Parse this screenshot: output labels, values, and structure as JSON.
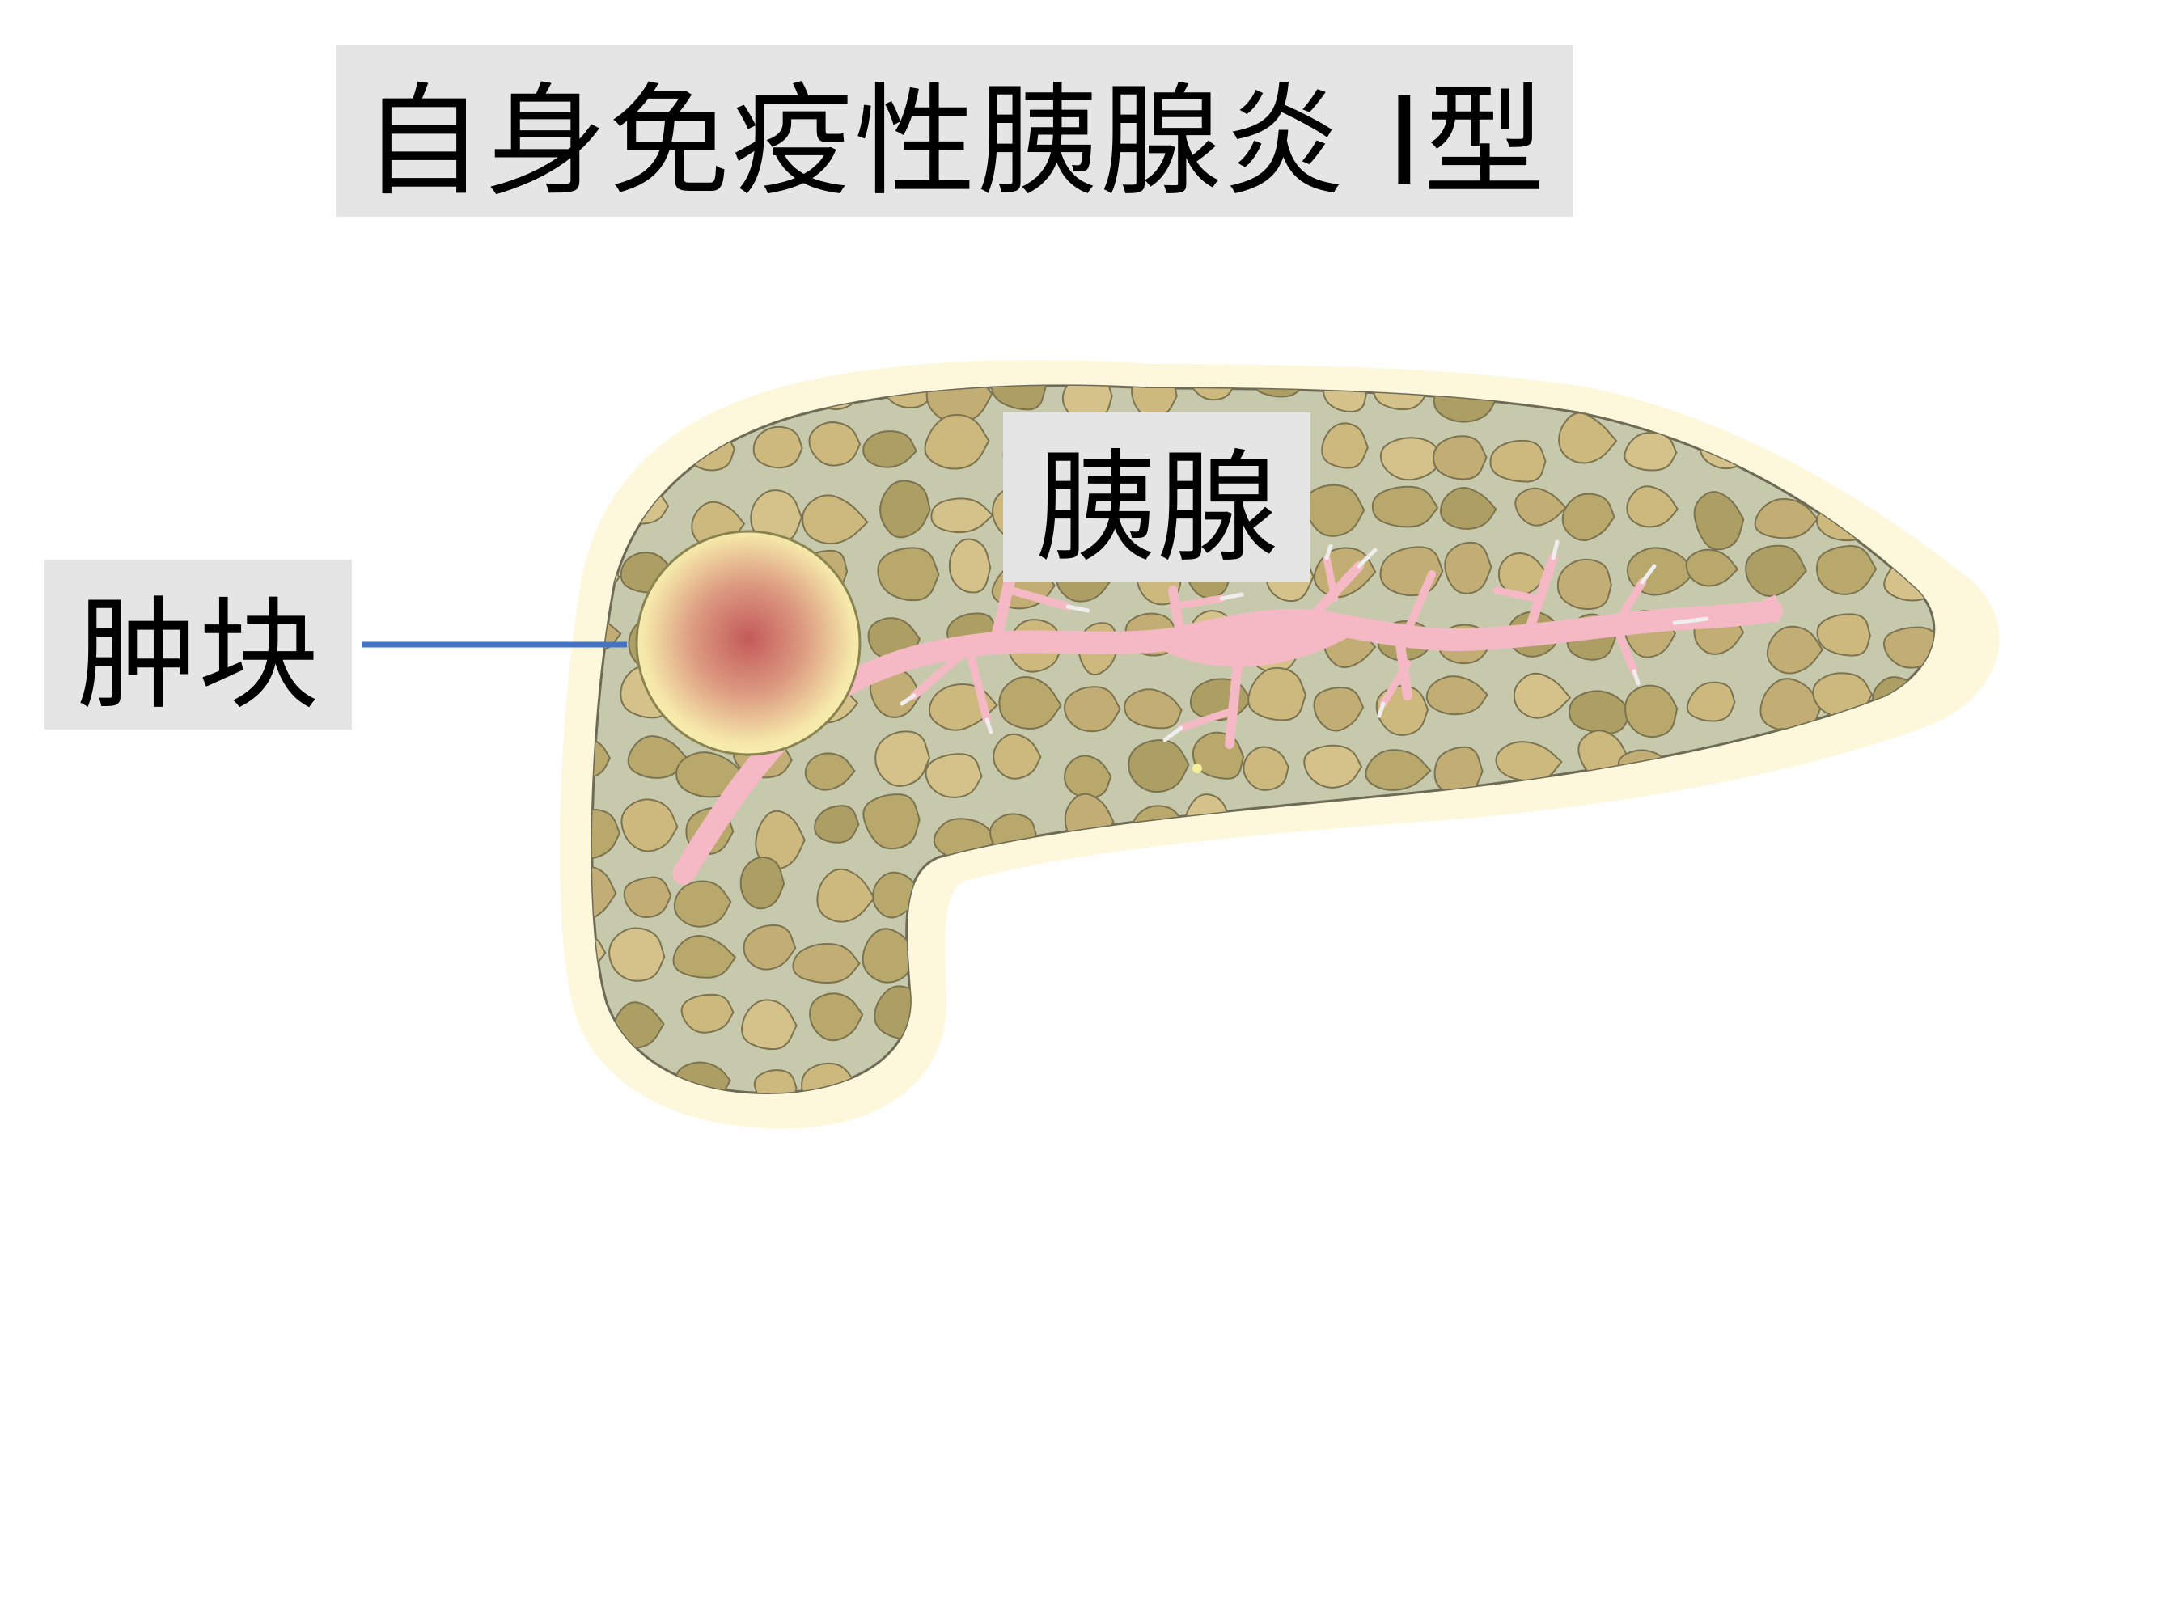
{
  "title": "自身免疫性胰腺炎 I型",
  "labels": {
    "pancreas": "胰腺",
    "mass": "肿块"
  },
  "colors": {
    "label_background": "#e5e5e5",
    "leader_line": "#4472c4",
    "capsule": "#fdf8dc",
    "lobule_fill": "#c4b17a",
    "stroma": "#c7c9ad",
    "duct": "#f4b9c4",
    "mass_center": "#c45a5a",
    "mass_edge": "#f7efa8"
  },
  "icons": {
    "organ": "pancreas-illustration",
    "lesion": "mass-lesion"
  }
}
